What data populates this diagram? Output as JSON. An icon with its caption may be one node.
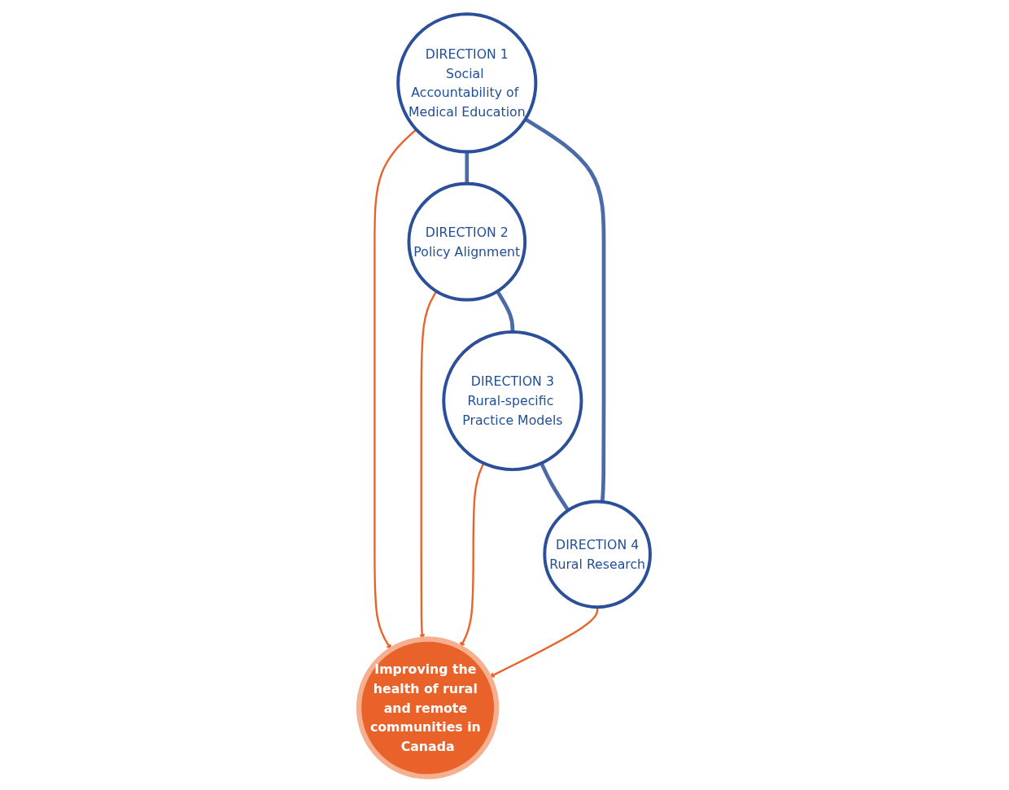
{
  "diagram": {
    "nodes": [
      {
        "text": [
          "DIRECTION 1",
          "Social Accountability of Medical Education"
        ]
      },
      {
        "text": [
          "DIRECTION 2",
          "Policy Alignment"
        ]
      },
      {
        "text": [
          "Improving the health of rural and remote communities in Canada"
        ]
      },
      {
        "text": [
          "DIRECTION 4",
          "Rural Research"
        ]
      },
      {
        "text": [
          "DIRECTION 3",
          "Rural-specific Practice Models"
        ]
      }
    ],
    "edges": [
      {
        "from": 0,
        "to": 2,
        "arrow": "to"
      },
      {
        "from": 1,
        "to": 2,
        "arrow": "to"
      },
      {
        "from": 4,
        "to": 2,
        "arrow": "to"
      },
      {
        "from": 3,
        "to": 2,
        "arrow": "to"
      },
      {
        "from": 0,
        "to": 1,
        "arrow": "none",
        "style": "thick",
        "color": "#4a6aa8"
      },
      {
        "from": 1,
        "to": 4,
        "arrow": "none",
        "style": "thick",
        "color": "#4a6aa8"
      },
      {
        "from": 4,
        "to": 3,
        "arrow": "none",
        "style": "thick",
        "color": "#4a6aa8"
      },
      {
        "from": 3,
        "to": 0,
        "arrow": "none",
        "style": "thick",
        "color": "#4a6aa8"
      }
    ]
  }
}
